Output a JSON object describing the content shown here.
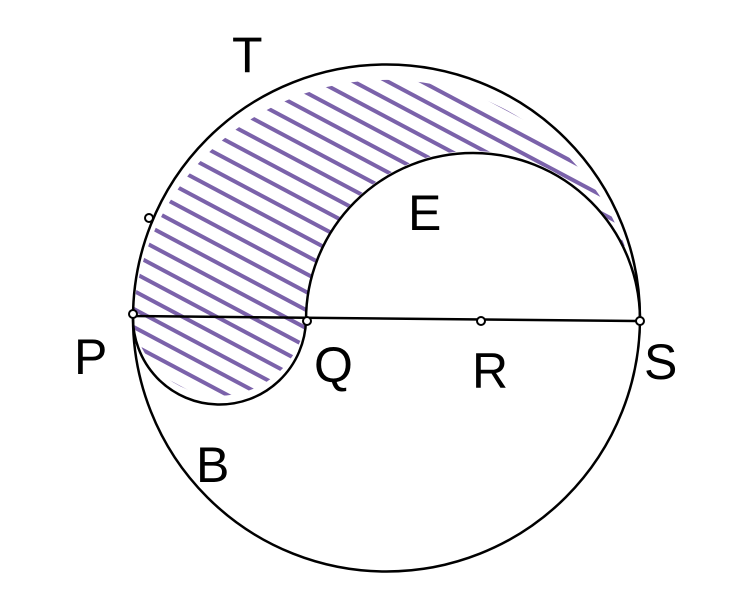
{
  "labels": {
    "T": "T",
    "E": "E",
    "P": "P",
    "Q": "Q",
    "R": "R",
    "S": "S",
    "B": "B"
  },
  "colors": {
    "hatch": "#7b62aa",
    "stroke": "#000000",
    "background": "#ffffff"
  }
}
